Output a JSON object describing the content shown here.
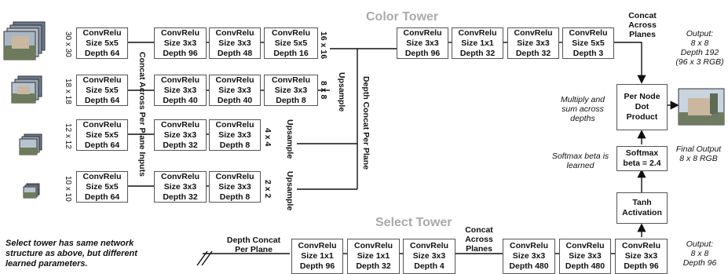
{
  "titles": {
    "color_tower": "Color Tower",
    "select_tower": "Select Tower"
  },
  "color_tower": {
    "rows": [
      {
        "size_label": "30 x 30",
        "boxes": [
          [
            "ConvRelu",
            "Size 5x5",
            "Depth 64"
          ],
          [
            "ConvRelu",
            "Size 3x3",
            "Depth 96"
          ],
          [
            "ConvRelu",
            "Size 3x3",
            "Depth 48"
          ],
          [
            "ConvRelu",
            "Size 5x5",
            "Depth 16"
          ]
        ],
        "out_label": "16 x 16"
      },
      {
        "size_label": "18 x 18",
        "boxes": [
          [
            "ConvRelu",
            "Size 5x5",
            "Depth 64"
          ],
          [
            "ConvRelu",
            "Size 3x3",
            "Depth 40"
          ],
          [
            "ConvRelu",
            "Size 3x3",
            "Depth 40"
          ],
          [
            "ConvRelu",
            "Size 3x3",
            "Depth 8"
          ]
        ],
        "out_label": "8 x 8",
        "upsample": "Upsample"
      },
      {
        "size_label": "12 x 12",
        "boxes": [
          [
            "ConvRelu",
            "Size 5x5",
            "Depth 64"
          ],
          [
            "ConvRelu",
            "Size 3x3",
            "Depth 32"
          ],
          [
            "ConvRelu",
            "Size 3x3",
            "Depth 8"
          ]
        ],
        "out_label": "4 x 4",
        "upsample": "Upsample"
      },
      {
        "size_label": "10 x 10",
        "boxes": [
          [
            "ConvRelu",
            "Size 5x5",
            "Depth 64"
          ],
          [
            "ConvRelu",
            "Size 3x3",
            "Depth 32"
          ],
          [
            "ConvRelu",
            "Size 3x3",
            "Depth 8"
          ]
        ],
        "out_label": "2 x 2",
        "upsample": "Upsample"
      }
    ],
    "concat_across_per_plane": "Concat Across Per Plane Inputs",
    "depth_concat_per_plane": "Depth Concat Per Plane",
    "top_chain": [
      [
        "ConvRelu",
        "Size 3x3",
        "Depth 96"
      ],
      [
        "ConvRelu",
        "Size 1x1",
        "Depth 32"
      ],
      [
        "ConvRelu",
        "Size 3x3",
        "Depth 32"
      ],
      [
        "ConvRelu",
        "Size 5x5",
        "Depth 3"
      ]
    ],
    "concat_across_planes": [
      "Concat",
      "Across",
      "Planes"
    ],
    "output": [
      "Output:",
      "8 x 8",
      "Depth 192",
      "(96 x 3 RGB)"
    ]
  },
  "center": {
    "dot_product": [
      "Per Node",
      "Dot",
      "Product"
    ],
    "multiply_note": [
      "Multiply and",
      "sum across",
      "depths"
    ],
    "softmax": [
      "Softmax",
      "beta = 2.4"
    ],
    "softmax_note": [
      "Softmax beta is",
      "learned"
    ],
    "tanh": [
      "Tanh",
      "Activation"
    ],
    "final_output": [
      "Final Output",
      "8 x 8 RGB"
    ]
  },
  "select_tower": {
    "note": [
      "Select tower has same network",
      "structure as above, but different",
      "learned parameters."
    ],
    "depth_concat": [
      "Depth Concat",
      "Per Plane"
    ],
    "chain1": [
      [
        "ConvRelu",
        "Size 1x1",
        "Depth 96"
      ],
      [
        "ConvRelu",
        "Size 1x1",
        "Depth 32"
      ],
      [
        "ConvRelu",
        "Size 3x3",
        "Depth 4"
      ]
    ],
    "concat_across_planes": [
      "Concat",
      "Across",
      "Planes"
    ],
    "chain2": [
      [
        "ConvRelu",
        "Size 3x3",
        "Depth 480"
      ],
      [
        "ConvRelu",
        "Size 3x3",
        "Depth 480"
      ],
      [
        "ConvRelu",
        "Size 3x3",
        "Depth 96"
      ]
    ],
    "output": [
      "Output:",
      "8 x 8",
      "Depth 96"
    ]
  }
}
